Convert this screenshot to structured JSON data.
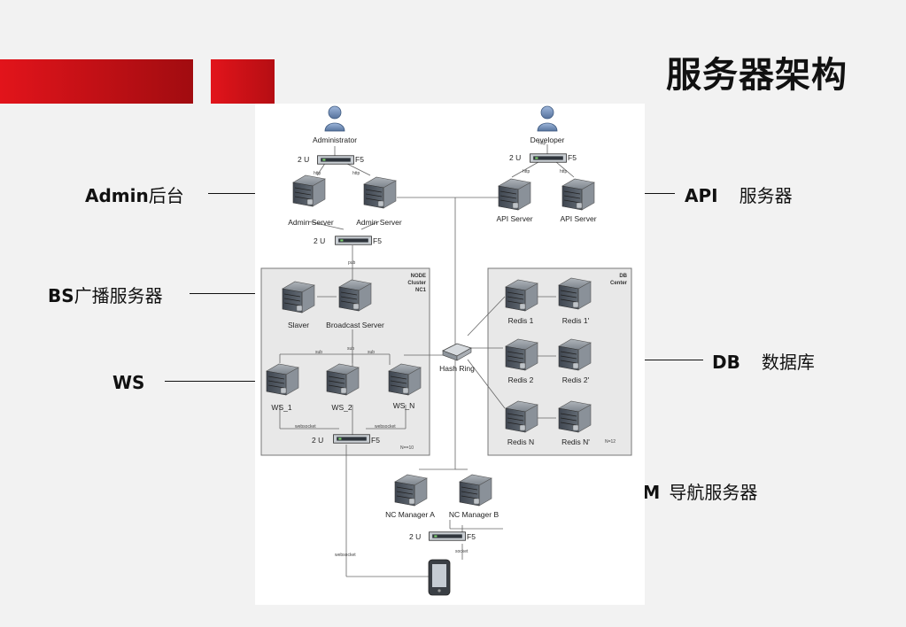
{
  "title": "服务器架构",
  "labels": {
    "admin": {
      "en": "Admin",
      "zh": "后台"
    },
    "api": {
      "en": "API",
      "zh": "服务器"
    },
    "bs": {
      "en": "BS",
      "zh": "广播服务器"
    },
    "db": {
      "en": "DB",
      "zh": "数据库"
    },
    "ws": {
      "en": "WS"
    },
    "ncm": {
      "en": "NCM",
      "zh": "导航服务器"
    }
  },
  "diagram": {
    "administrator": "Administrator",
    "developer": "Developer",
    "f5": "F5",
    "u2": "2 U",
    "http": "http",
    "pub": "pub",
    "sub": "sub",
    "websocket": "websocket",
    "socket": "socket",
    "admin_server": "Admin Server",
    "api_server": "API Server",
    "node_cluster": [
      "NODE",
      "Cluster",
      "NC1"
    ],
    "db_center": [
      "DB",
      "Center"
    ],
    "slaver": "Slaver",
    "broadcast_server": "Broadcast Server",
    "ws_1": "WS_1",
    "ws_2": "WS_2",
    "ws_n": "WS_N",
    "n_10": "N==10",
    "n_12": "N=12",
    "hash_ring": "Hash Ring",
    "redis_1": "Redis 1",
    "redis_1b": "Redis 1'",
    "redis_2": "Redis 2",
    "redis_2b": "Redis 2'",
    "redis_n": "Redis N",
    "redis_nb": "Redis N'",
    "nc_manager_a": "NC Manager A",
    "nc_manager_b": "NC Manager B"
  },
  "colors": {
    "accent": "#e2141b",
    "accent_dark": "#a10c10",
    "server": "#6f7780",
    "user": "#6e8fbf"
  }
}
